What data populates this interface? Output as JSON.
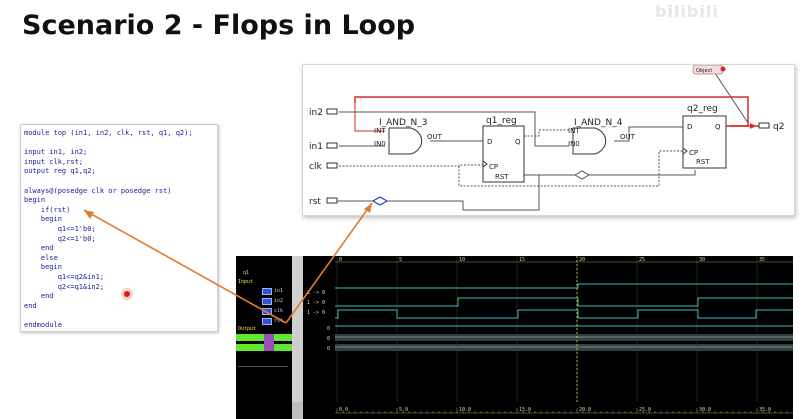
{
  "slide": {
    "title": "Scenario 2 - Flops in Loop",
    "watermark": "bilibili"
  },
  "code": {
    "lines": [
      "module top (in1, in2, clk, rst, q1, q2);",
      "",
      "input in1, in2;",
      "input clk,rst;",
      "output reg q1,q2;",
      "",
      "always@(posedge clk or posedge rst)",
      "begin",
      "    if(rst)",
      "    begin",
      "        q1<=1'b0;",
      "        q2<=1'b0;",
      "    end",
      "    else",
      "    begin",
      "        q1<=q2&in1;",
      "        q2<=q1&in2;",
      "    end",
      "end",
      "",
      "endmodule"
    ]
  },
  "schematic": {
    "ports": {
      "in2": "in2",
      "in1": "in1",
      "clk": "clk",
      "rst": "rst",
      "q2": "q2"
    },
    "gate1": {
      "name": "I_AND_N_3",
      "in_top": "INT",
      "in_bot": "IN0",
      "out": "OUT"
    },
    "gate2": {
      "name": "I_AND_N_4",
      "in_top": "INT",
      "in_bot": "IN0",
      "out": "OUT"
    },
    "reg1": {
      "name": "q1_reg",
      "d": "D",
      "q": "Q",
      "cp": "CP",
      "rst": "RST"
    },
    "reg2": {
      "name": "q2_reg",
      "d": "D",
      "q": "Q",
      "cp": "CP",
      "rst": "RST"
    },
    "object_tag": "Object",
    "colors": {
      "loop": "#d42a2a",
      "wire": "#555555",
      "port_marker": "#2244cc"
    }
  },
  "waveform": {
    "signals": {
      "group_top": "q1",
      "input_group": "Input",
      "inputs": [
        "in1",
        "in2",
        "clk",
        "rst"
      ],
      "output_group": "Output"
    },
    "values": [
      "1 -> 0",
      "1 -> 0",
      "1 -> 0",
      "0",
      "0",
      "0"
    ],
    "time_ticks_top": [
      "0",
      "5",
      "10",
      "15",
      "20",
      "25",
      "30",
      "35"
    ],
    "time_ticks_bottom": [
      "0.0",
      "5.0",
      "10.0",
      "15.0",
      "20.0",
      "25.0",
      "30.0",
      "35.0"
    ],
    "colors": {
      "trace": "#3fb8b8",
      "output_trace": "#8a8a8a",
      "cursor": "#d8d84a",
      "selected": "#7cff3c"
    }
  },
  "annotation": {
    "arrow_color": "#e07a30"
  }
}
